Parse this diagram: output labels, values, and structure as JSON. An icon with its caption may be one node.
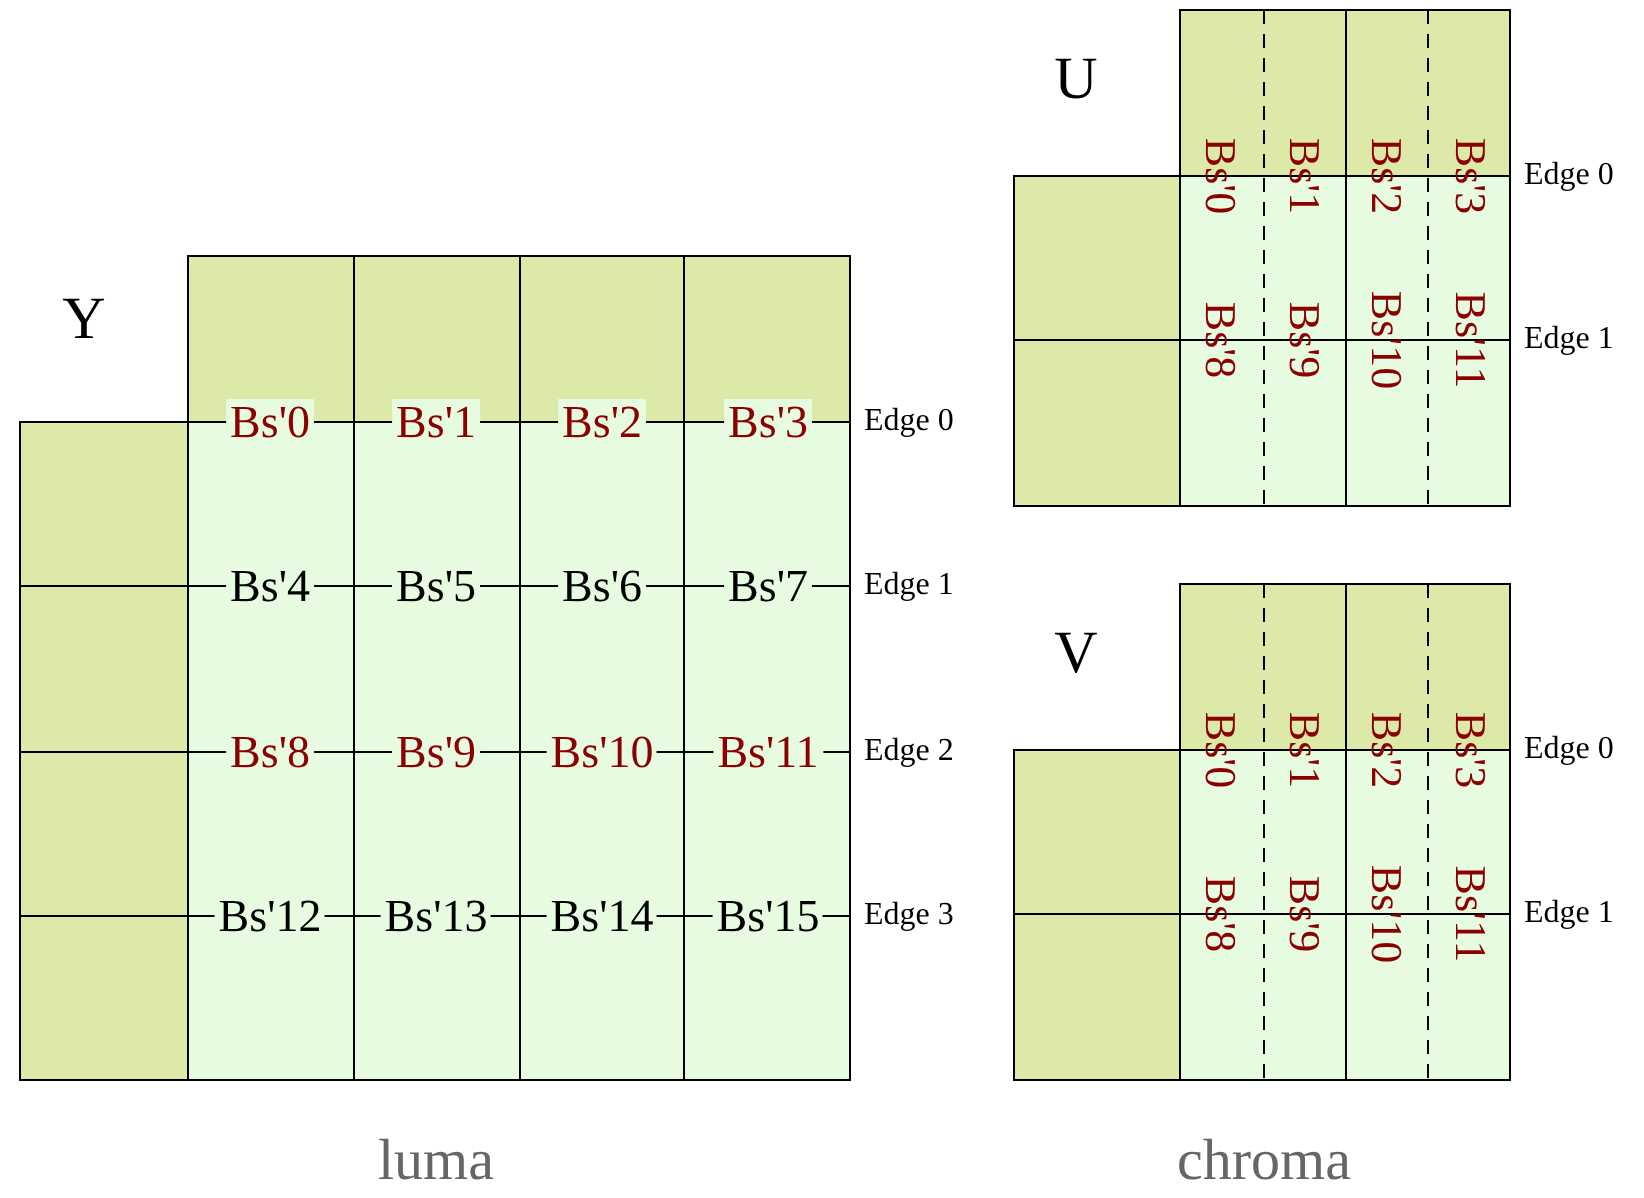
{
  "diagram": {
    "labels": [
      "Y",
      "Bs'0",
      "Bs'1",
      "Bs'2",
      "Bs'3",
      "Bs'4",
      "Bs'5",
      "Bs'6",
      "Bs'7",
      "Bs'8",
      "Bs'9",
      "Bs'10",
      "Bs'11",
      "Bs'12",
      "Bs'13",
      "Bs'14",
      "Bs'15",
      "Edge 0",
      "Edge 1",
      "Edge 2",
      "Edge 3",
      "U",
      "Bs'0",
      "Bs'1",
      "Bs'2",
      "Bs'3",
      "Bs'8",
      "Bs'9",
      "Bs'10",
      "Bs'11",
      "Edge 0",
      "Edge 1",
      "V",
      "Bs'0",
      "Bs'1",
      "Bs'2",
      "Bs'3",
      "Bs'8",
      "Bs'9",
      "Bs'10",
      "Bs'11",
      "Edge 0",
      "Edge 1",
      "luma",
      "chroma"
    ]
  }
}
